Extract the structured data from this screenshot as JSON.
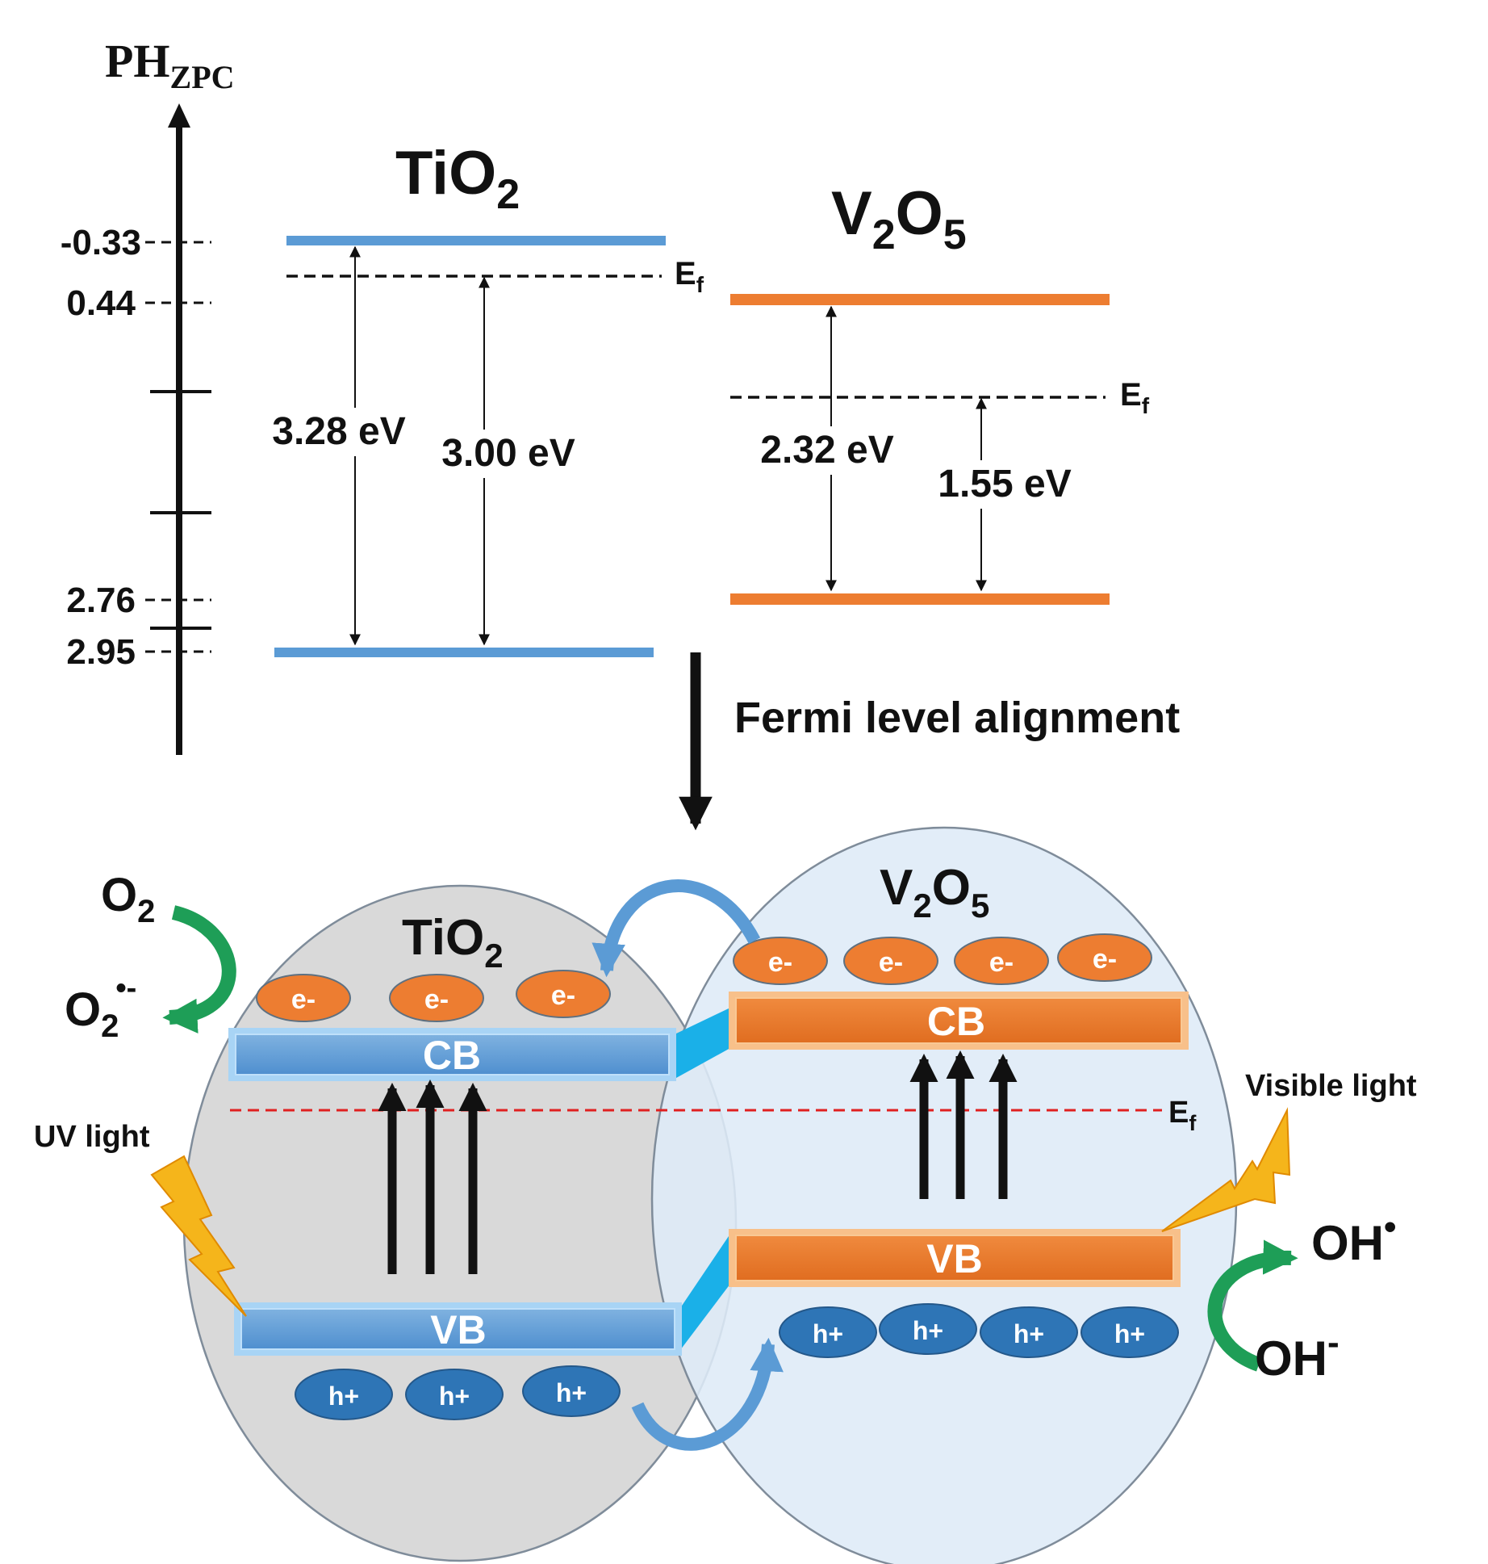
{
  "axis": {
    "title_main": "PH",
    "title_sub": "ZPC",
    "ticks": [
      "-0.33",
      "0.44",
      "2.76",
      "2.95"
    ]
  },
  "top": {
    "tio2": {
      "name": "TiO",
      "sub": "2",
      "gap1": "3.28 eV",
      "gap2": "3.00 eV",
      "ef": "E",
      "ef_sub": "f"
    },
    "v2o5": {
      "name_a": "V",
      "sub_a": "2",
      "name_b": "O",
      "sub_b": "5",
      "gap1": "2.32 eV",
      "gap2": "1.55 eV",
      "ef": "E",
      "ef_sub": "f"
    }
  },
  "alignment_label": "Fermi level alignment",
  "bottom": {
    "tio2": {
      "name": "TiO",
      "sub": "2",
      "cb": "CB",
      "vb": "VB",
      "electrons": [
        "e-",
        "e-",
        "e-"
      ],
      "holes": [
        "h+",
        "h+",
        "h+"
      ]
    },
    "v2o5": {
      "name_a": "V",
      "sub_a": "2",
      "name_b": "O",
      "sub_b": "5",
      "cb": "CB",
      "vb": "VB",
      "electrons": [
        "e-",
        "e-",
        "e-",
        "e-"
      ],
      "holes": [
        "h+",
        "h+",
        "h+",
        "h+"
      ]
    },
    "ef": "E",
    "ef_sub": "f",
    "uv_light": "UV light",
    "visible_light": "Visible light",
    "o2": {
      "main": "O",
      "sub": "2"
    },
    "o2_radical": {
      "main": "O",
      "sub": "2",
      "sup": "•-"
    },
    "oh_radical": {
      "main": "OH",
      "sup": "•"
    },
    "oh_ion": {
      "main": "OH",
      "sup": "-"
    }
  },
  "colors": {
    "tio2_band": "#5b9bd5",
    "v2o5_band": "#ed7d31",
    "tio2_particle": "#d9d9d9",
    "v2o5_particle": "#deebf7",
    "electron": "#ed7d31",
    "hole": "#2e75b6",
    "fermi_dash": "#e02020",
    "green_arrow": "#1e9e57",
    "lightning": "#f5b51b"
  }
}
